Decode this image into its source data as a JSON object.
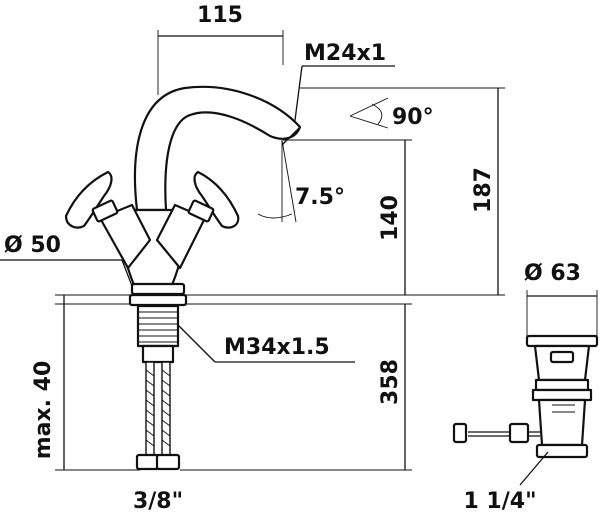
{
  "dimensions": {
    "top_width": "115",
    "spout_thread": "M24x1",
    "swivel_angle": "90°",
    "tilt_angle": "7.5°",
    "base_diameter": "Ø 50",
    "spout_height": "140",
    "overall_height": "187",
    "shank_thread": "M34x1.5",
    "hose_length": "358",
    "max_thickness": "max. 40",
    "hose_connection": "3/8\"",
    "waste_diameter": "Ø 63",
    "waste_thread": "1 1/4\""
  },
  "colors": {
    "line": "#111111",
    "background": "#ffffff"
  }
}
